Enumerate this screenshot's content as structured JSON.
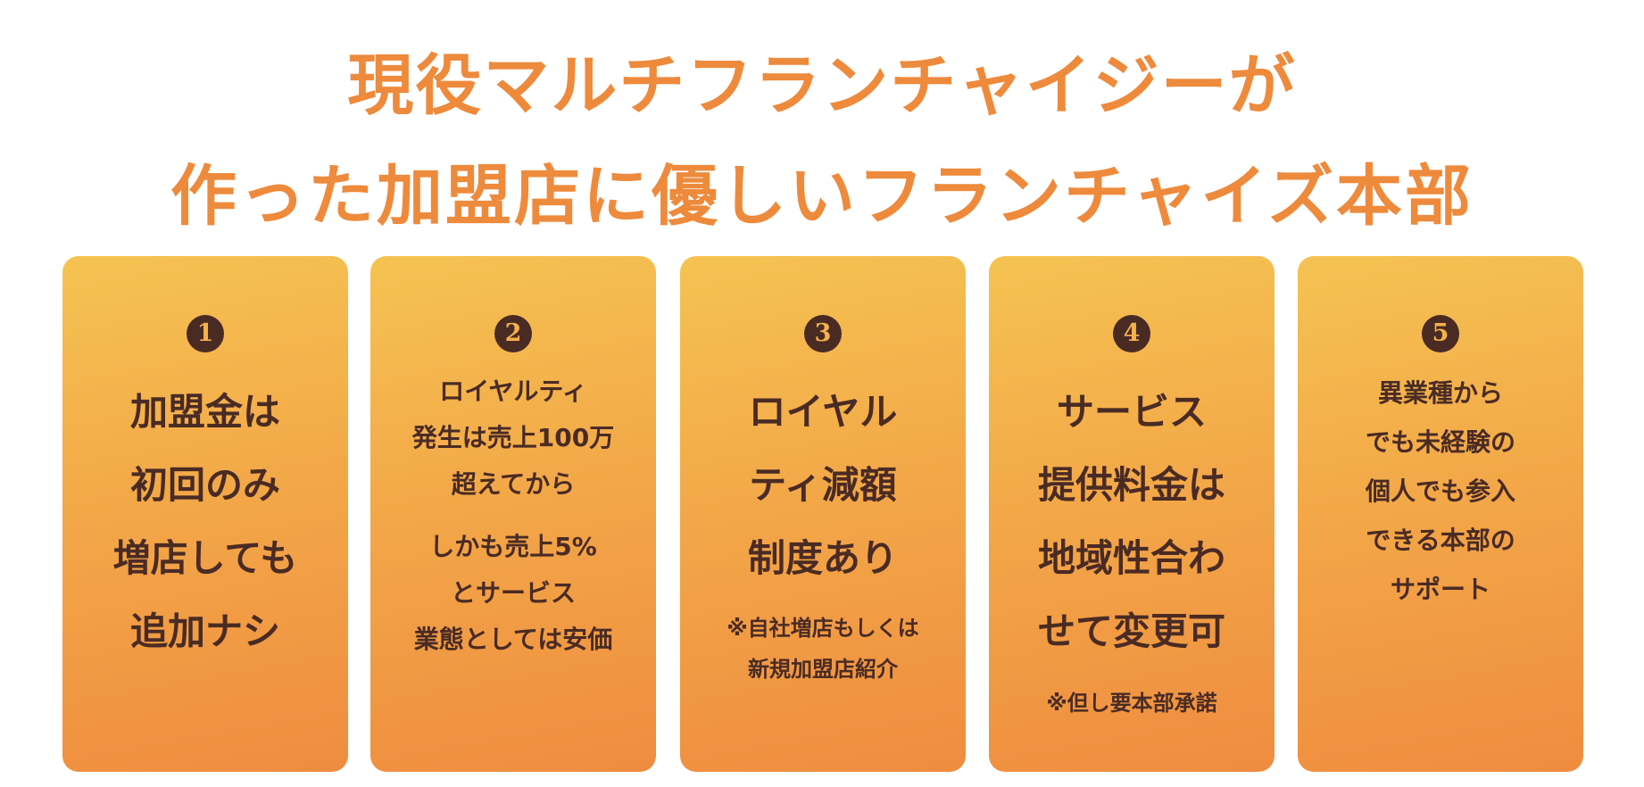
{
  "heading": {
    "line1": "現役マルチフランチャイジーが",
    "line2": "作った加盟店に優しいフランチャイズ本部"
  },
  "cards": [
    {
      "number": "1",
      "lines": [
        "加盟金は",
        "初回のみ",
        "増店しても",
        "追加ナシ"
      ]
    },
    {
      "number": "2",
      "lines_a": [
        "ロイヤルティ",
        "発生は売上100万",
        "超えてから"
      ],
      "lines_b": [
        "しかも売上5%",
        "とサービス",
        "業態としては安価"
      ]
    },
    {
      "number": "3",
      "lines": [
        "ロイヤル",
        "ティ減額",
        "制度あり"
      ],
      "notes": [
        "※自社増店もしくは",
        "新規加盟店紹介"
      ]
    },
    {
      "number": "4",
      "lines": [
        "サービス",
        "提供料金は",
        "地域性合わ",
        "せて変更可"
      ],
      "notes": [
        "※但し要本部承諾"
      ]
    },
    {
      "number": "5",
      "lines": [
        "異業種から",
        "でも未経験の",
        "個人でも参入",
        "できる本部の",
        "サポート"
      ]
    }
  ],
  "colors": {
    "heading": "#ee8a3c",
    "card_top": "#f5c352",
    "card_bottom": "#ef8c3f",
    "text": "#4a2b24"
  }
}
